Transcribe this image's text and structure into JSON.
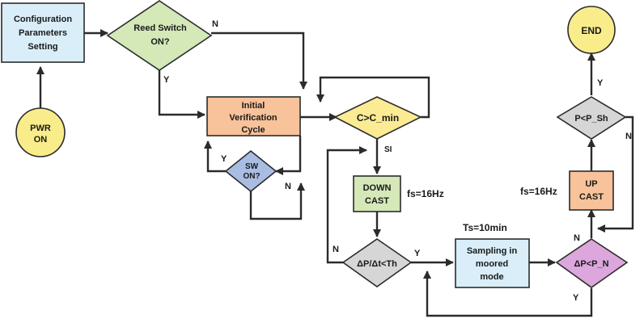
{
  "nodes": {
    "config": {
      "line1": "Configuration",
      "line2": "Parameters",
      "line3": "Setting"
    },
    "reed": {
      "line1": "Reed Switch",
      "line2": "ON?"
    },
    "pwr": {
      "line1": "PWR",
      "line2": "ON"
    },
    "ivc": {
      "line1": "Initial",
      "line2": "Verification",
      "line3": "Cycle"
    },
    "sw": {
      "line1": "SW",
      "line2": "ON?"
    },
    "cmin": {
      "label": "C>C_min"
    },
    "downcast": {
      "line1": "DOWN",
      "line2": "CAST"
    },
    "dpdt": {
      "label": "ΔP/Δt<Th"
    },
    "sampling": {
      "line1": "Sampling in",
      "line2": "moored",
      "line3": "mode"
    },
    "dpn": {
      "label": "ΔP<P_N"
    },
    "upcast": {
      "line1": "UP",
      "line2": "CAST"
    },
    "psh": {
      "label": "P<P_Sh"
    },
    "end": {
      "label": "END"
    }
  },
  "annotations": {
    "fs_down": "fs=16Hz",
    "fs_up": "fs=16Hz",
    "ts": "Ts=10min"
  },
  "edge_labels": {
    "reed_n": "N",
    "reed_y": "Y",
    "sw_y": "Y",
    "sw_n": "N",
    "cmin_si": "SI",
    "dpdt_n": "N",
    "dpdt_y": "Y",
    "dpn_n": "N",
    "dpn_y": "Y",
    "psh_y": "Y",
    "psh_n": "N"
  },
  "colors": {
    "config_fill": "#d9eef8",
    "reed_fill": "#d4e8b8",
    "pwr_fill": "#f9ec8a",
    "ivc_fill": "#f8c29a",
    "sw_fill": "#a9bde3",
    "cmin_fill": "#fbeb93",
    "downcast_fill": "#d4e8b8",
    "dpdt_fill": "#d6d6d6",
    "sampling_fill": "#d9eef8",
    "dpn_fill": "#dba7dc",
    "upcast_fill": "#f8c29a",
    "psh_fill": "#d6d6d6",
    "end_fill": "#f9ec8a"
  }
}
